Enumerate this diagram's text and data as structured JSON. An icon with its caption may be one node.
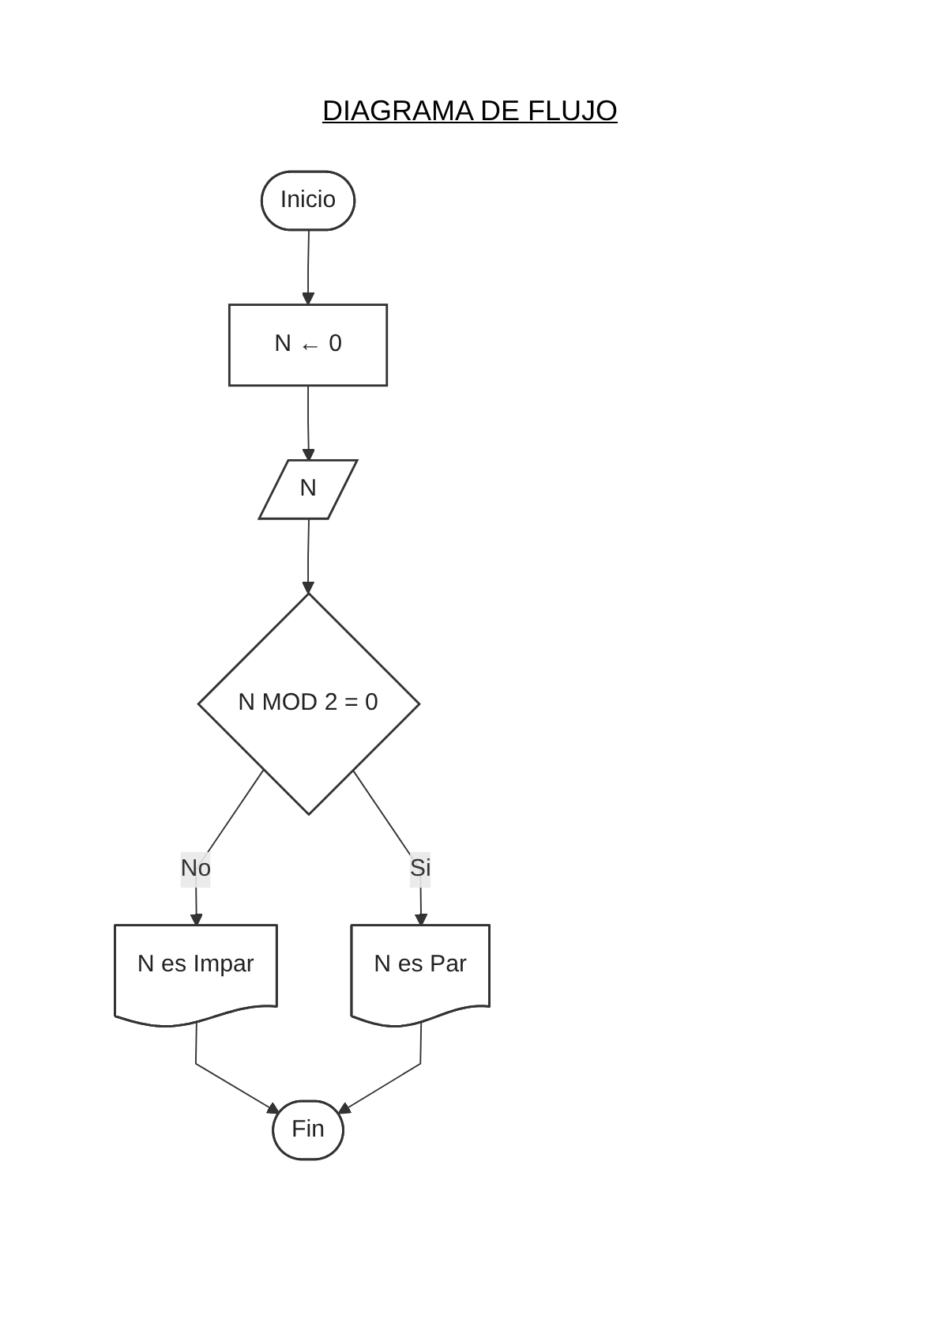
{
  "diagram": {
    "title": "DIAGRAMA DE FLUJO",
    "nodes": [
      {
        "text": [
          "Inicio"
        ]
      },
      {
        "text": [
          "N ← 0"
        ]
      },
      {
        "text": [
          "N"
        ]
      },
      {
        "text": [
          "N MOD 2 = 0"
        ]
      },
      {
        "text": [
          "N es Impar"
        ]
      },
      {
        "text": [
          "N es Par"
        ]
      },
      {
        "text": [
          "Fin"
        ]
      }
    ],
    "edges": [
      {
        "from": 0,
        "to": 1,
        "arrow": "to"
      },
      {
        "from": 1,
        "to": 2,
        "arrow": "to"
      },
      {
        "from": 2,
        "to": 3,
        "arrow": "to"
      },
      {
        "from": 3,
        "to": 4,
        "arrow": "to",
        "label": "No"
      },
      {
        "from": 3,
        "to": 5,
        "arrow": "to",
        "label": "Si"
      },
      {
        "from": 4,
        "to": 6,
        "arrow": "to"
      },
      {
        "from": 5,
        "to": 6,
        "arrow": "to"
      }
    ]
  }
}
